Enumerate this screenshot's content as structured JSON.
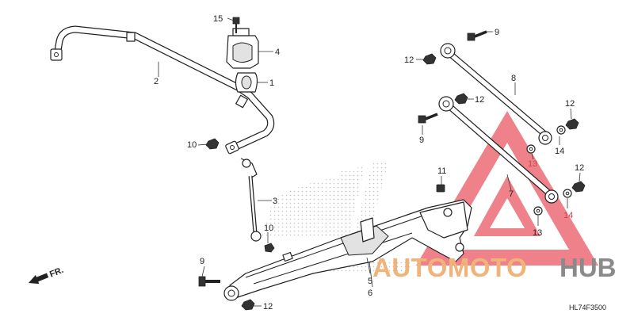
{
  "diagram_code": "HL74F3500",
  "direction_label": "FR.",
  "watermark": {
    "brand_part1": "AUTOMOTO",
    "brand_part2": "HUB",
    "color_main": "#f0b37a",
    "color_hub": "#8a8a8a",
    "triangle_color": "#e8505b"
  },
  "callouts": {
    "c1": "1",
    "c2": "2",
    "c3": "3",
    "c4": "4",
    "c5": "5",
    "c6": "6",
    "c7": "7",
    "c8": "8",
    "c9a": "9",
    "c9b": "9",
    "c9c": "9",
    "c10a": "10",
    "c10b": "10",
    "c11": "11",
    "c12a": "12",
    "c12b": "12",
    "c12c": "12",
    "c12d": "12",
    "c12e": "12",
    "c13a": "13",
    "c13b": "13",
    "c14a": "14",
    "c14b": "14",
    "c15": "15"
  }
}
